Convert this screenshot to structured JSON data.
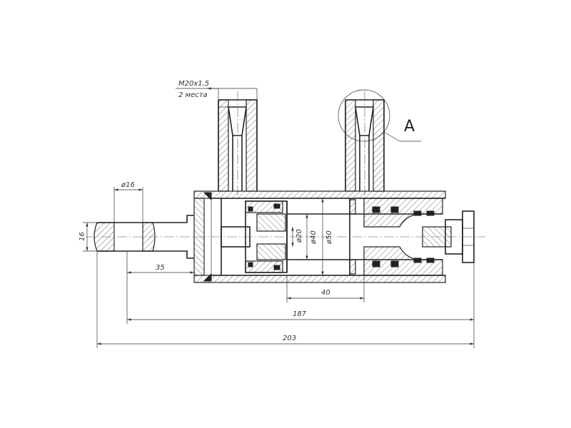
{
  "thread_spec": "M20x1,5",
  "thread_count": "2 места",
  "detail_view_label": "A",
  "dims": {
    "rod_diameter": "ø16",
    "rod_flat": "16",
    "rod_length": "35",
    "inner_d20": "ø20",
    "inner_d40": "ø40",
    "bore_d50": "ø50",
    "stroke": "40",
    "length_187": "187",
    "length_203": "203"
  }
}
